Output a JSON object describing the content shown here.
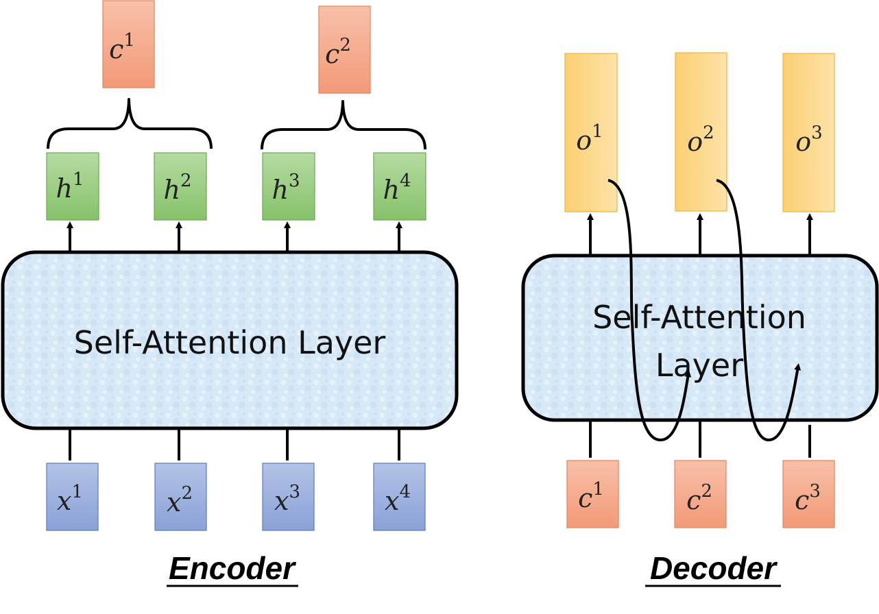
{
  "colors": {
    "encoder_input": "#9fb3df",
    "encoder_input_stroke": "#5a76c0",
    "hidden": "#9fcf86",
    "hidden_stroke": "#5f9e45",
    "context": "#f6a88a",
    "context_stroke": "#e07a55",
    "output": "#fcd27a",
    "output_stroke": "#f0b030",
    "layer_fill": "#d6e8f8",
    "line": "#000000"
  },
  "encoder": {
    "caption": "Encoder",
    "layer_label": "Self-Attention Layer",
    "inputs": [
      {
        "var": "x",
        "idx": "1"
      },
      {
        "var": "x",
        "idx": "2"
      },
      {
        "var": "x",
        "idx": "3"
      },
      {
        "var": "x",
        "idx": "4"
      }
    ],
    "hidden": [
      {
        "var": "h",
        "idx": "1"
      },
      {
        "var": "h",
        "idx": "2"
      },
      {
        "var": "h",
        "idx": "3"
      },
      {
        "var": "h",
        "idx": "4"
      }
    ],
    "contexts": [
      {
        "var": "c",
        "idx": "1"
      },
      {
        "var": "c",
        "idx": "2"
      }
    ]
  },
  "decoder": {
    "caption": "Decoder",
    "layer_label_line1": "Self-Attention",
    "layer_label_line2": "Layer",
    "inputs": [
      {
        "var": "c",
        "idx": "1"
      },
      {
        "var": "c",
        "idx": "2"
      },
      {
        "var": "c",
        "idx": "3"
      }
    ],
    "outputs": [
      {
        "var": "o",
        "idx": "1"
      },
      {
        "var": "o",
        "idx": "2"
      },
      {
        "var": "o",
        "idx": "3"
      }
    ]
  }
}
